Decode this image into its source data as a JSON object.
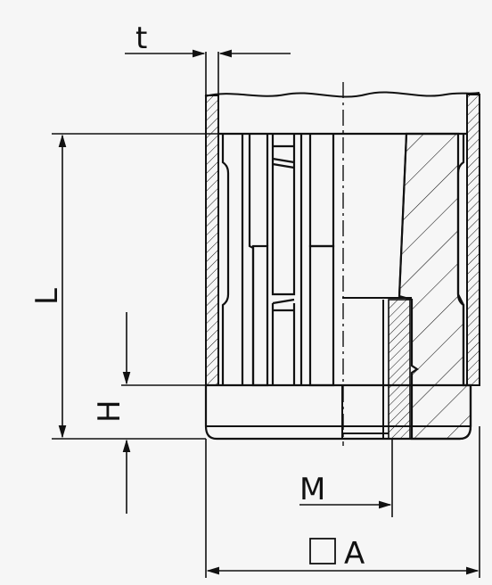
{
  "labels": {
    "t": "t",
    "L": "L",
    "H": "H",
    "M": "M",
    "A": "A"
  },
  "colors": {
    "background": "#f6f6f6",
    "stroke": "#111111"
  }
}
